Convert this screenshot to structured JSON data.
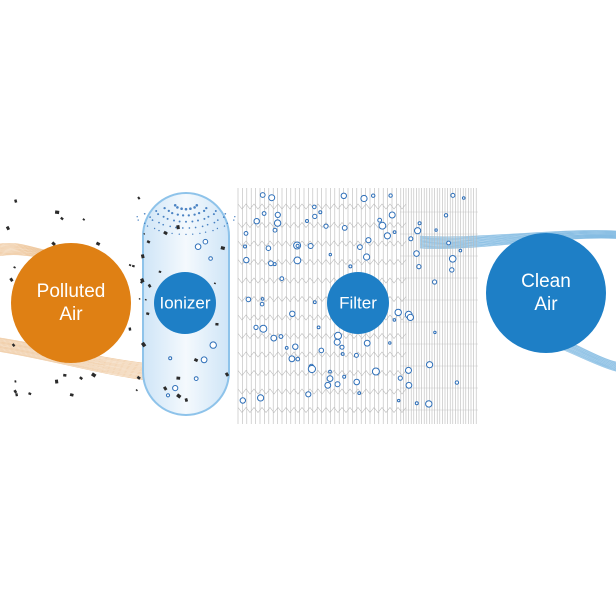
{
  "stages": [
    {
      "id": "polluted",
      "label": "Polluted\nAir",
      "color": "#df8014"
    },
    {
      "id": "ionizer",
      "label": "Ionizer",
      "color": "#1e7fc6"
    },
    {
      "id": "filter",
      "label": "Filter",
      "color": "#1e7fc6"
    },
    {
      "id": "clean",
      "label": "Clean\nAir",
      "color": "#1e7fc6"
    }
  ],
  "colors": {
    "dust": "#2b2b2b",
    "ion": "#2e6fb8",
    "flow_in": "#e8b47a",
    "flow_out": "#6fb0de",
    "mesh": "#b9b9b9",
    "capsule_fill": "#dcecf9",
    "capsule_stroke": "#8ec3ea"
  }
}
